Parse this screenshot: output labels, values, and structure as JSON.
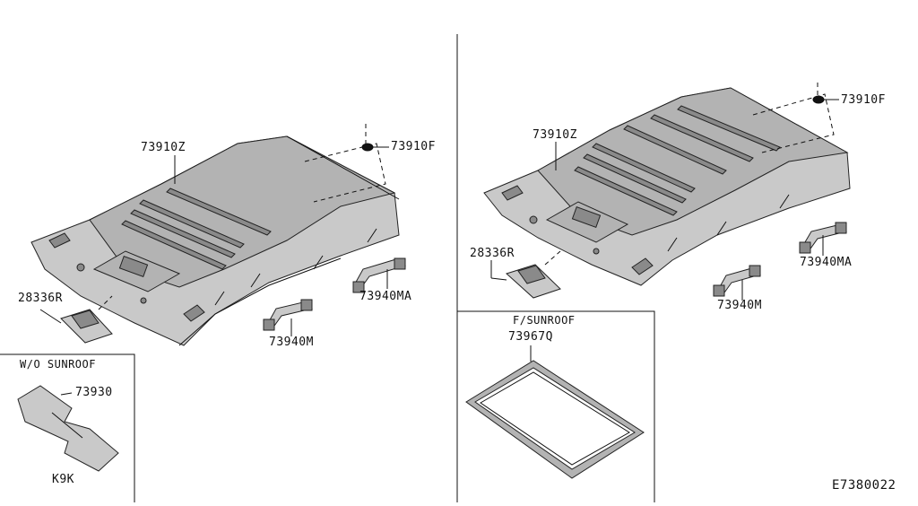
{
  "labels": {
    "left_headlining": "73910Z",
    "left_clip": "73910F",
    "left_lamp": "28336R",
    "left_grip_ma": "73940MA",
    "left_grip_m": "73940M",
    "right_headlining": "73910Z",
    "right_clip": "73910F",
    "right_lamp": "28336R",
    "right_grip_ma": "73940MA",
    "right_grip_m": "73940M",
    "visor_part": "73930",
    "visor_code": "K9K",
    "seal_part": "73967Q",
    "diagram_id": "E7380022"
  },
  "boxes": {
    "no_sunroof": "W/O SUNROOF",
    "sunroof": "F/SUNROOF"
  }
}
